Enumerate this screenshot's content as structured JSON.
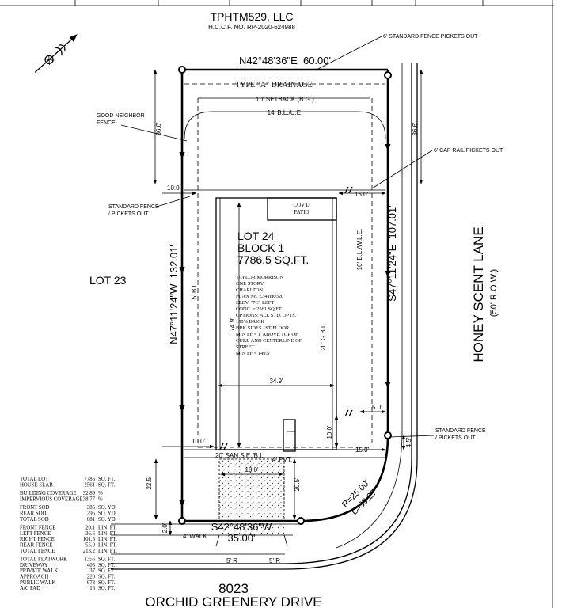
{
  "owner": {
    "name": "TPHTM529, LLC",
    "hccf": "H.C.C.F. NO. RP-2020-624988"
  },
  "bearings": {
    "north": "N42°48'36\"E  60.00'",
    "west": "N47°11'24\"W  132.01'",
    "east": "S47°11'24\"E  107.01'",
    "south": "S42°48'36\"W",
    "south_dist": "35.00'",
    "curve_r": "R=25.00'",
    "curve_l": "L=39.27'"
  },
  "labels": {
    "drainage": "TYPE \"A\" DRAINAGE",
    "setback": "10' SETBACK (B.G.)",
    "bl_ue": "14' B.L./U.E.",
    "good_neighbor": [
      "GOOD NEIGHBOR",
      "FENCE"
    ],
    "fence_6_top": "6' STANDARD FENCE PICKETS OUT",
    "cap_rail": "6' CAP RAIL PICKETS OUT",
    "std_fence_left": [
      "STANDARD FENCE",
      "/ PICKETS OUT"
    ],
    "std_fence_right": [
      "STANDARD FENCE",
      "/ PICKETS OUT"
    ],
    "covd_patio": [
      "COV'D",
      "PATIO"
    ],
    "lot_name": "LOT 24",
    "block_name": "BLOCK 1",
    "area": "7786.5 SQ.FT.",
    "builder": [
      "TAYLOR MORRISON",
      "ONE STORY",
      "CHARLTON",
      "PLAN No. E341H0320",
      "ELEV. \"7C\" LEFT",
      "CONC. = 2561 SQ.FT.",
      "OPTIONS: ALL STD. OPTS.",
      "100% BRICK",
      "BRK SIDES 1ST FLOOR",
      "MIN FF = 1' ABOVE TOP OF",
      "CURB AND CENTERLINE OF",
      "STREET",
      "MIN FF = 149.5'"
    ],
    "lot23": "LOT 23",
    "street_side": "HONEY SCENT LANE",
    "row_side": "(50' R.O.W.)",
    "address_number": "8023",
    "street_front": "ORCHID GREENERY DRIVE",
    "walk": "4' WALK",
    "san_se_bl": "20' SAN,S.E./B.L.",
    "pvt": "4' PVT.",
    "r5_left": "5' R",
    "r5_right": "5' R",
    "bl_5": "5' B.L.",
    "bl_10_wle": "10' B.L./W.L.E.",
    "gbl_20": "20' G.B.L."
  },
  "dims": {
    "d366_left": "36.6'",
    "d366_right": "36.6'",
    "d100_top": "10.0'",
    "d150_top": "15.0'",
    "d749": "74.9'",
    "d349": "34.9'",
    "d50": "5.0'",
    "d100_side": "10.0'",
    "d100_bottom": "10.0'",
    "d150_bottom": "15.0'",
    "d225": "22.5'",
    "d180": "18.0'",
    "d205": "20.5'",
    "d20": "2.0'",
    "d45": "4.5'"
  },
  "table": {
    "groups": [
      [
        [
          "TOTAL LOT",
          "7786",
          "SQ. FT."
        ],
        [
          "HOUSE SLAB",
          "2561",
          "SQ. FT."
        ]
      ],
      [
        [
          "BUILDING COVERAGE",
          "32.89",
          "%"
        ],
        [
          "IMPERVIOUS COVERAGE",
          "38.77",
          "%"
        ]
      ],
      [
        [
          "FRONT SOD",
          "385",
          "SQ. YD."
        ],
        [
          "REAR SOD",
          "296",
          "SQ. YD."
        ],
        [
          "TOTAL SOD",
          "681",
          "SQ. YD."
        ]
      ],
      [
        [
          "FRONT FENCE",
          "20.1",
          "LIN. FT."
        ],
        [
          "LEFT FENCE",
          "36.6",
          "LIN. FT."
        ],
        [
          "RIGHT FENCE",
          "101.5",
          "LIN. FT."
        ],
        [
          "REAR FENCE",
          "55.0",
          "LIN. FT."
        ],
        [
          "TOTAL FENCE",
          "213.2",
          "LIN. FT."
        ]
      ],
      [
        [
          "TOTAL FLATWORK",
          "1356",
          "SQ. FT."
        ],
        [
          "DRIVEWAY",
          "405",
          "SQ. FT."
        ],
        [
          "PRIVATE WALK",
          "37",
          "SQ. FT."
        ],
        [
          "APPROACH",
          "220",
          "SQ. FT."
        ],
        [
          "PUBLIC WALK",
          "678",
          "SQ. FT."
        ],
        [
          "A/C PAD",
          "16",
          "SQ. FT."
        ]
      ]
    ]
  }
}
